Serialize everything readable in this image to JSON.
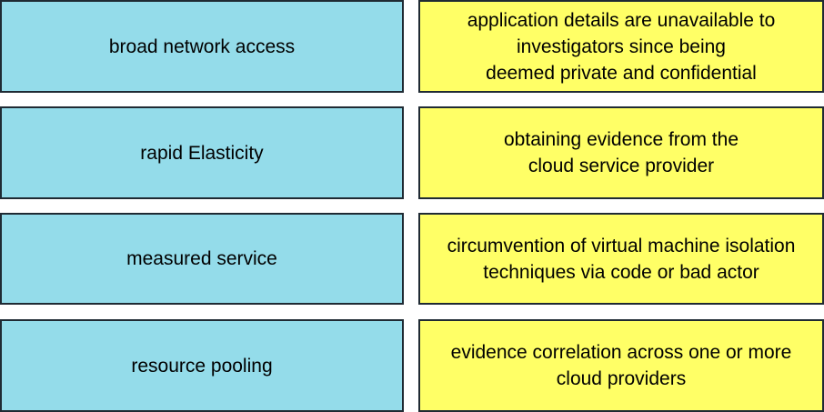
{
  "left_items": [
    {
      "label": "broad network access"
    },
    {
      "label": "rapid Elasticity"
    },
    {
      "label": "measured service"
    },
    {
      "label": "resource pooling"
    }
  ],
  "right_items": [
    {
      "label": "application details are unavailable to\ninvestigators since being\ndeemed private and confidential"
    },
    {
      "label": "obtaining evidence from the\ncloud service provider"
    },
    {
      "label": "circumvention of virtual machine isolation\ntechniques via code or bad actor"
    },
    {
      "label": "evidence correlation across one or more\ncloud providers"
    }
  ],
  "colors": {
    "left_box": "#94dcea",
    "right_box": "#ffff66",
    "border": "#1f2a33"
  }
}
